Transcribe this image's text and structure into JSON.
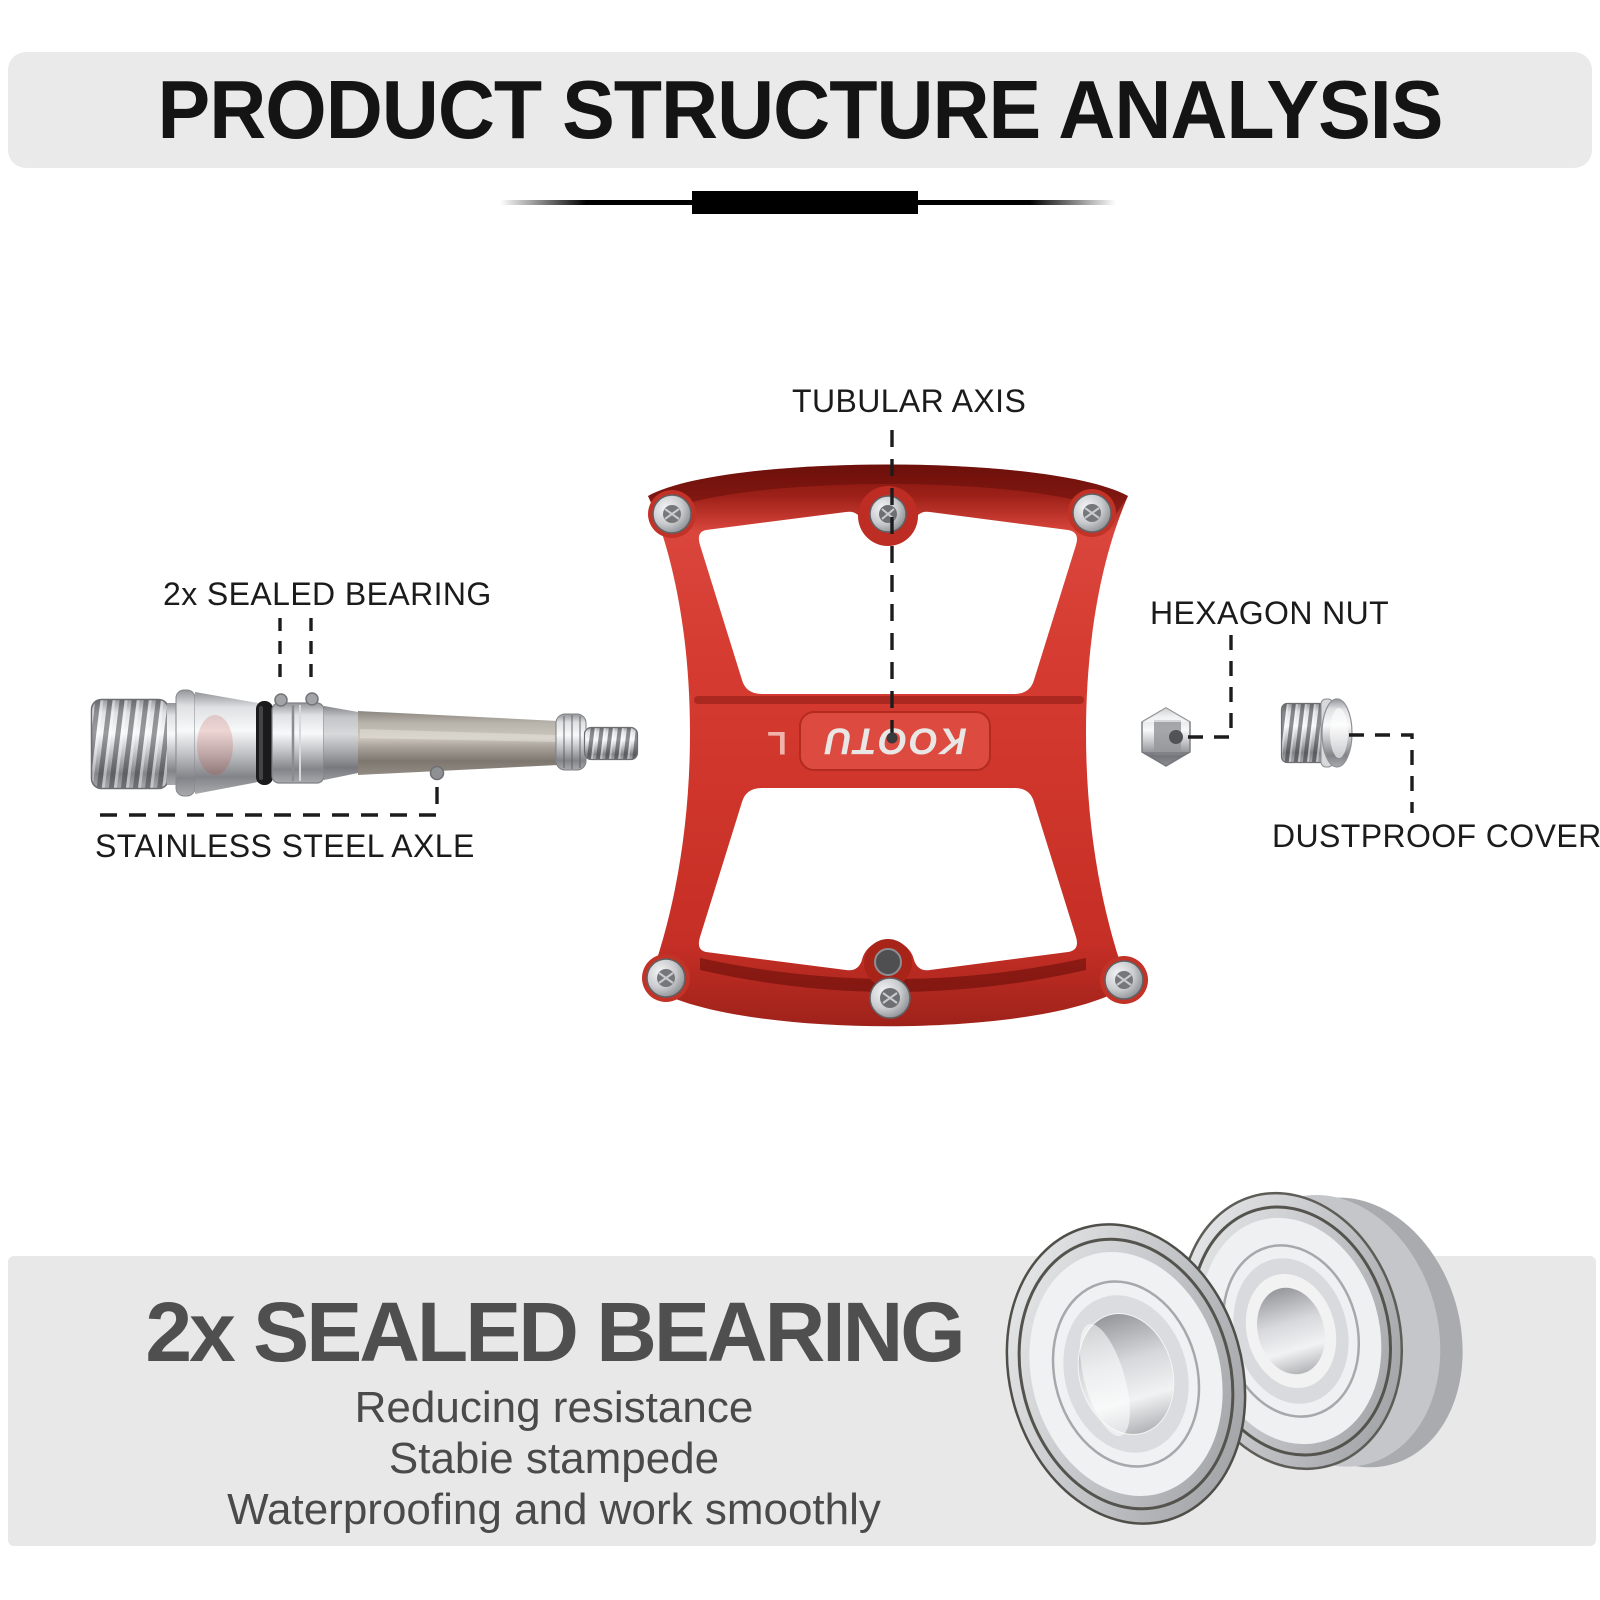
{
  "header": {
    "title": "PRODUCT STRUCTURE ANALYSIS",
    "band_color": "#eaeaea"
  },
  "diagram": {
    "labels": {
      "tubular_axis": "TUBULAR AXIS",
      "sealed_bearing": "2x SEALED BEARING",
      "stainless_steel_axle": "STAINLESS STEEL AXLE",
      "hexagon_nut": "HEXAGON NUT",
      "dustproof_cover": "DUSTPROOF COVER"
    },
    "pedal": {
      "brand": "KOOTU",
      "side_marking": "L",
      "color": "#d23a30"
    }
  },
  "feature_section": {
    "title": "2x SEALED BEARING",
    "lines": [
      "Reducing resistance",
      "Stabie stampede",
      "Waterproofing and work smoothly"
    ],
    "background": "#e8e8e8"
  }
}
